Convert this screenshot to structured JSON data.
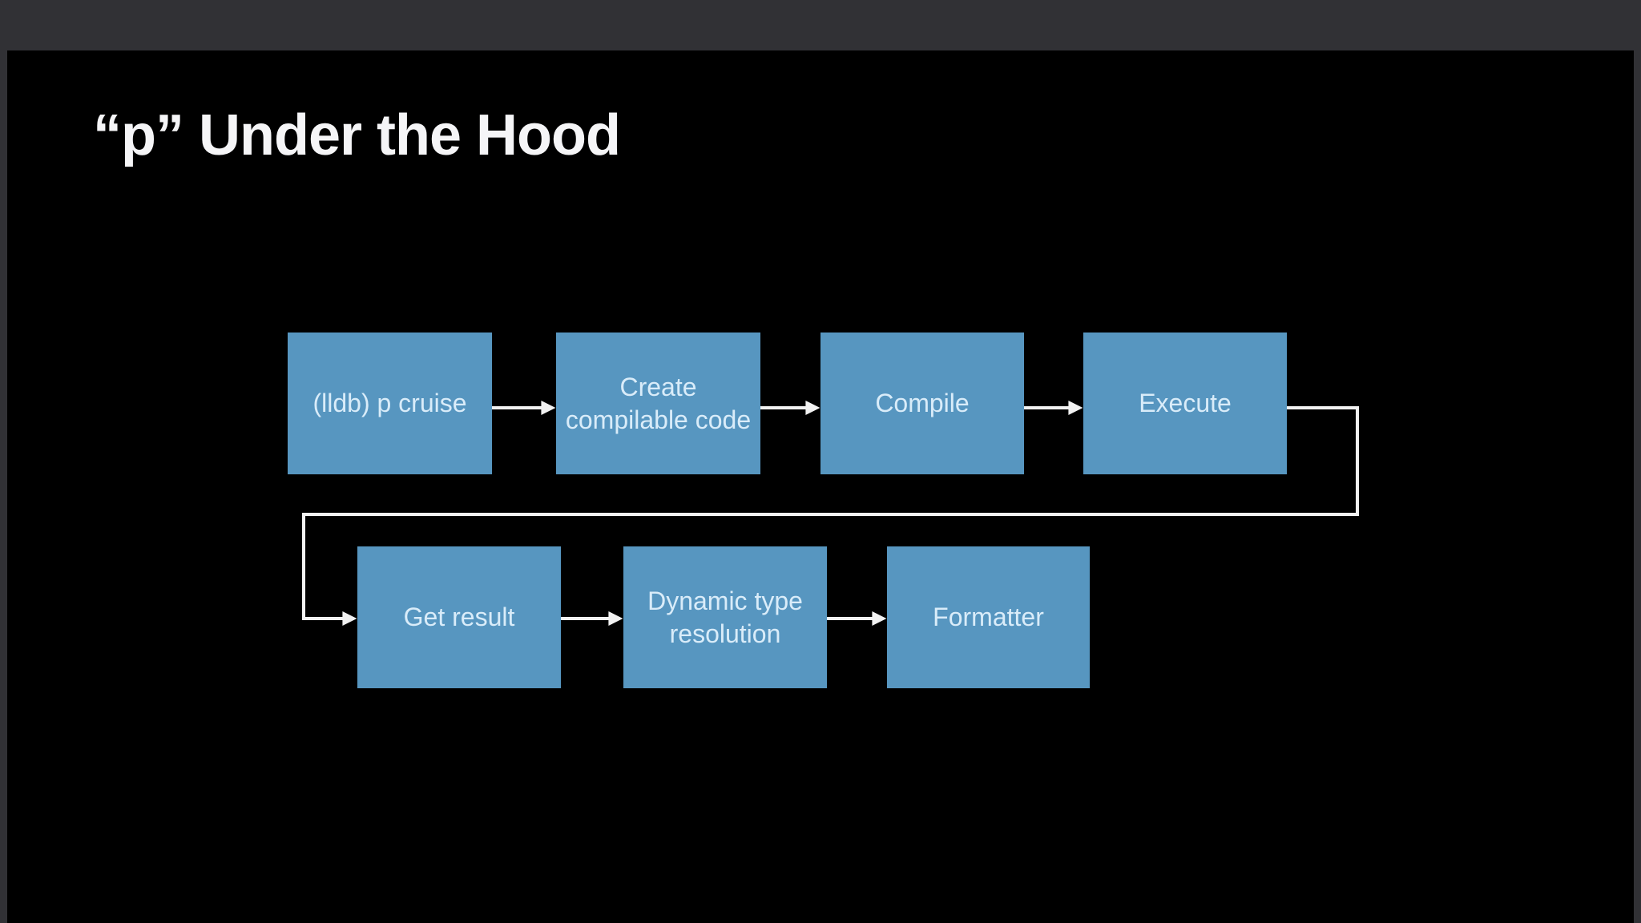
{
  "slide": {
    "title": "“p” Under the Hood"
  },
  "colors": {
    "slide_background": "#000000",
    "player_chrome": "#313135",
    "box_fill": "#5796c0",
    "box_text": "#d9ecf9",
    "arrow": "#f2f2f2",
    "title_text": "#f5f5f7"
  },
  "flowchart": {
    "row1": [
      {
        "id": "lldb-p-cruise",
        "label": "(lldb) p cruise"
      },
      {
        "id": "create-compilable-code",
        "label": "Create\ncompilable code"
      },
      {
        "id": "compile",
        "label": "Compile"
      },
      {
        "id": "execute",
        "label": "Execute"
      }
    ],
    "row2": [
      {
        "id": "get-result",
        "label": "Get result"
      },
      {
        "id": "dynamic-type-resolution",
        "label": "Dynamic type\nresolution"
      },
      {
        "id": "formatter",
        "label": "Formatter"
      }
    ],
    "connections": [
      [
        "lldb-p-cruise",
        "create-compilable-code"
      ],
      [
        "create-compilable-code",
        "compile"
      ],
      [
        "compile",
        "execute"
      ],
      [
        "execute",
        "get-result"
      ],
      [
        "get-result",
        "dynamic-type-resolution"
      ],
      [
        "dynamic-type-resolution",
        "formatter"
      ]
    ]
  }
}
